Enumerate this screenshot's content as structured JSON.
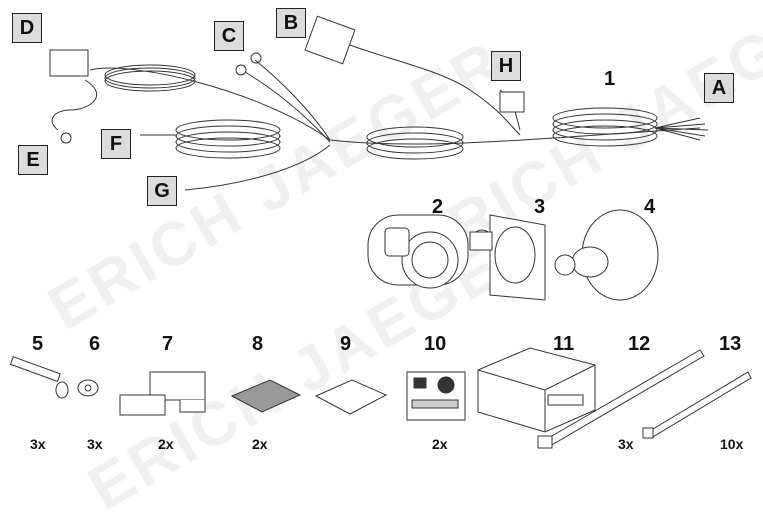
{
  "watermark": "ERICH JAEGER",
  "harness_labels": {
    "A": "A",
    "B": "B",
    "C": "C",
    "D": "D",
    "E": "E",
    "F": "F",
    "G": "G",
    "H": "H"
  },
  "parts": [
    {
      "num": "1"
    },
    {
      "num": "2"
    },
    {
      "num": "3"
    },
    {
      "num": "4"
    },
    {
      "num": "5",
      "qty": "3x"
    },
    {
      "num": "6",
      "qty": "3x"
    },
    {
      "num": "7",
      "qty": "2x"
    },
    {
      "num": "8",
      "qty": "2x"
    },
    {
      "num": "9"
    },
    {
      "num": "10",
      "qty": "2x"
    },
    {
      "num": "11"
    },
    {
      "num": "12",
      "qty": "3x"
    },
    {
      "num": "13",
      "qty": "10x"
    }
  ],
  "colors": {
    "label_bg": "#dcdcdc",
    "line": "#333333"
  }
}
